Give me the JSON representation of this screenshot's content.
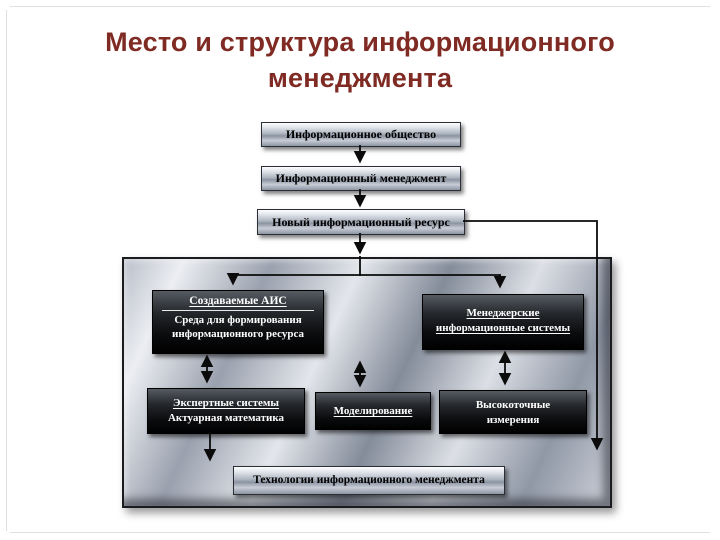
{
  "slide": {
    "title_line1": "Место и структура информационного",
    "title_line2": "менеджмента"
  },
  "flow_boxes": {
    "information_society": "Информационное общество",
    "information_management": "Информационный менеджмент",
    "new_information_resource": "Новый информационный ресурс"
  },
  "system_block": {
    "ais_box": {
      "heading": "Создаваемые АИС",
      "line1": "Среда для формирования",
      "line2": "информационного ресурса"
    },
    "mis_box": {
      "line1": "Менеджерские",
      "line2": "информационные системы"
    },
    "expert_box": {
      "line1": "Экспертные системы",
      "line2": "Актуарная математика"
    },
    "modeling_box": {
      "label": "Моделирование"
    },
    "precision_box": {
      "line1": "Высокоточные",
      "line2": "измерения"
    },
    "technologies_bar": "Технологии информационного менеджмента"
  },
  "colors": {
    "title": "#7f2a23",
    "metal_light": "#e7eaef",
    "metal_dark": "#8c93a1",
    "dark_box": "#0b0c0e",
    "connector": "#0b0b0b"
  }
}
